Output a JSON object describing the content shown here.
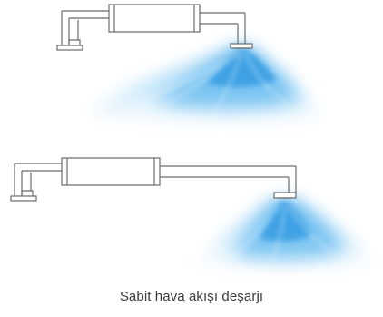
{
  "caption": "Sabit hava akışı deşarjı",
  "colors": {
    "pipe_stroke": "#6b6b6b",
    "pipe_fill": "#ffffff",
    "airflow_core": "#3aa7ea",
    "airflow_light": "#cfe9fb",
    "caption_text": "#3a3a3a"
  },
  "icons": [
    "duct-pipe",
    "outlet-nozzle",
    "airflow-plume"
  ]
}
